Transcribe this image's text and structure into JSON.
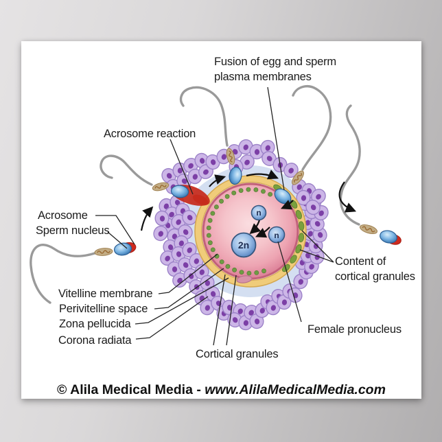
{
  "diagram": {
    "labels": {
      "fusion_line1": "Fusion of egg and sperm",
      "fusion_line2": "plasma membranes",
      "acrosome_reaction": "Acrosome reaction",
      "acrosome": "Acrosome",
      "sperm_nucleus": "Sperm nucleus",
      "vitelline_membrane": "Vitelline membrane",
      "perivitelline_space": "Perivitelline space",
      "zona_pellucida": "Zona pellucida",
      "corona_radiata": "Corona radiata",
      "cortical_granules": "Cortical granules",
      "content_line1": "Content of",
      "content_line2": "cortical granules",
      "female_pronucleus": "Female pronucleus"
    },
    "pronuclei": {
      "zygote_label": "2n",
      "male_label": "n",
      "female_label": "n"
    },
    "colors": {
      "background_gray": "#c6c4c5",
      "poster_white": "#ffffff",
      "egg_cytoplasm_pink": "#f3b9c2",
      "egg_rim_rose": "#c2607a",
      "zona_pellucida_yellow": "#f0cc7a",
      "perivitelline_pale": "#e9eef8",
      "halo_blue": "#d4dff1",
      "corona_cell_purple": "#ccb6e7",
      "corona_nucleus_purple": "#7c3fa6",
      "cortical_granule_green": "#6f9c44",
      "sperm_head_blue": "#4e92cc",
      "acrosome_red": "#cd2a1e",
      "tail_gray": "#9a9a9a",
      "midpiece_tan": "#c3ad85",
      "pronucleus_blue": "#7fa8dc",
      "label_text": "#1b1b1b"
    }
  },
  "footer": {
    "copyright": "© Alila Medical Media - ",
    "website": "www.AlilaMedicalMedia.com"
  }
}
